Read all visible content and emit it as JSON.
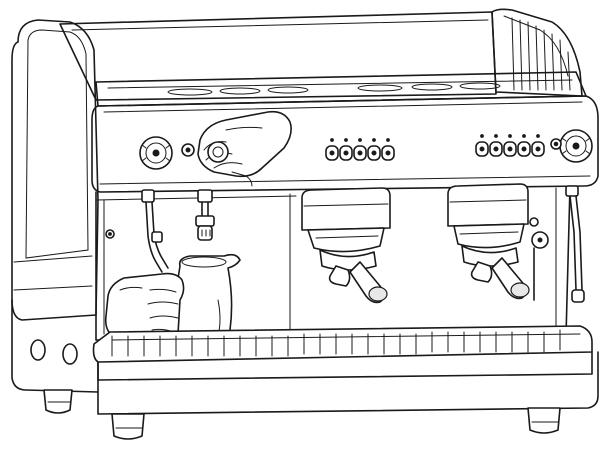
{
  "illustration": {
    "subject": "two-group-espresso-machine",
    "style": "black-and-white-line-drawing",
    "ink_color": "#1a1a1a",
    "background_color": "#ffffff",
    "group_count": 2,
    "visible_elements": [
      "cup-warmer-tray",
      "left-steam-knob",
      "right-steam-knob",
      "left-button-panel",
      "right-button-panel",
      "steam-wand",
      "hot-water-spout",
      "left-group-head",
      "right-group-head",
      "left-portafilter",
      "right-portafilter",
      "milk-pitcher",
      "hand-holding-pitcher",
      "hand-turning-knob",
      "drip-tray",
      "machine-feet"
    ]
  }
}
